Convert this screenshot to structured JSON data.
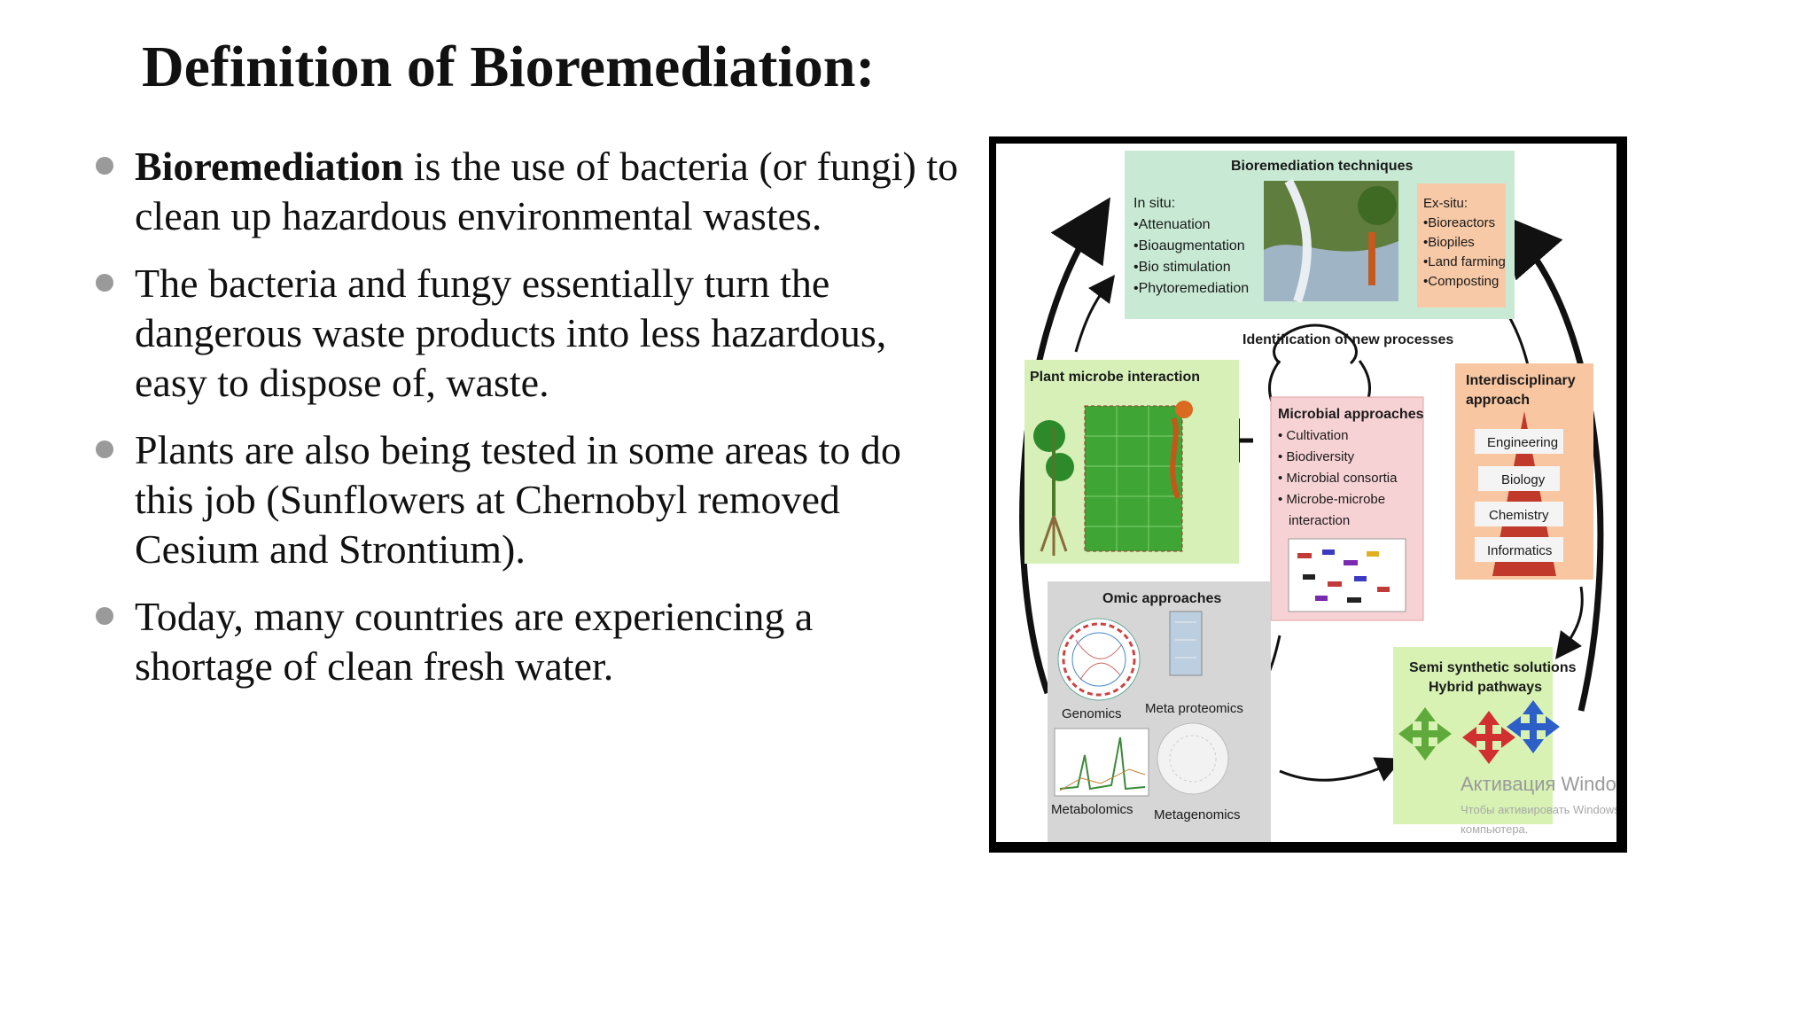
{
  "slide": {
    "title": "Definition of Bioremediation:",
    "bullets": [
      {
        "bold": "Bioremediation",
        "text": " is the use of bacteria (or fungi) to clean up hazardous environmental wastes."
      },
      {
        "bold": "",
        "text": "The bacteria and fungy essentially turn the dangerous waste products into less hazardous, easy to dispose of, waste."
      },
      {
        "bold": "",
        "text": "Plants are also being tested in some areas to do this job (Sunflowers at Chernobyl removed Cesium and Strontium)."
      },
      {
        "bold": "",
        "text": "Today, many countries are experiencing a shortage of clean fresh water."
      }
    ]
  },
  "figure": {
    "techniques_title": "Bioremediation techniques",
    "in_situ_label": "In situ:",
    "in_situ_items": [
      "•Attenuation",
      "•Bioaugmentation",
      "•Bio stimulation",
      "•Phytoremediation"
    ],
    "ex_situ_label": "Ex-situ:",
    "ex_situ_items": [
      "•Bioreactors",
      "•Biopiles",
      "•Land farming",
      "•Composting"
    ],
    "identification": "Identification of new processes",
    "plant_microbe": "Plant microbe interaction",
    "microbial_title": "Microbial approaches",
    "microbial_items": [
      "• Cultivation",
      "• Biodiversity",
      "• Microbial consortia",
      "• Microbe-microbe",
      "interaction"
    ],
    "interdisciplinary_line1": "Interdisciplinary",
    "interdisciplinary_line2": "approach",
    "disciplines": [
      "Engineering",
      "Biology",
      "Chemistry",
      "Informatics"
    ],
    "omic_title": "Omic approaches",
    "genomics": "Genomics",
    "meta_proteomics": "Meta proteomics",
    "metabolomics": "Metabolomics",
    "metagenomics": "Metagenomics",
    "semi_line1": "Semi synthetic solutions",
    "semi_line2": "Hybrid pathways"
  },
  "watermark": {
    "line1": "Активация Windows",
    "line2": "Чтобы активировать Windows",
    "line3": "компьютера."
  },
  "colors": {
    "bullet": "#9a9a9a",
    "techniques_bg": "#c8ead4",
    "ex_situ_bg": "#f7c9a6",
    "plant_bg": "#d6f0b8",
    "microbial_bg": "#f7d2d4",
    "interdisciplinary_bg": "#f8c7a2",
    "omic_bg": "#d6d6d6",
    "semi_bg": "#d8f2b4"
  }
}
